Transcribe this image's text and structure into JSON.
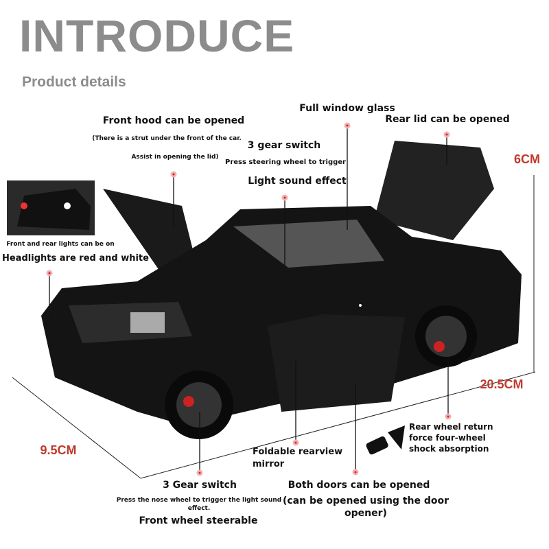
{
  "header": {
    "title": "INTRODUCE",
    "subtitle": "Product details"
  },
  "colors": {
    "title": "#8c8c8c",
    "dimension": "#c0392b",
    "dot": "#d0202a"
  },
  "labels": {
    "window": "Full window glass",
    "hood": "Front hood can be opened",
    "hood_note1": "(There is a strut under the front of the car.",
    "hood_note2": "Assist in opening the lid)",
    "gear_top": "3 gear switch",
    "gear_top_note": "Press steering wheel to trigger",
    "light_sound": "Light sound effect",
    "rear_lid": "Rear lid can be opened",
    "lights_note": "Front and rear lights can be on",
    "headlights": "Headlights are red and white",
    "rear_wheel": [
      "Rear wheel return",
      "force four-wheel",
      "shock absorption"
    ],
    "mirror": [
      "Foldable rearview",
      "mirror"
    ],
    "gear_bottom": "3 Gear switch",
    "gear_bottom_note": [
      "Press the nose wheel to trigger the light sound",
      "effect."
    ],
    "steer": "Front wheel steerable",
    "doors": "Both doors can be opened",
    "doors_note": [
      "(can be opened using the door",
      "opener)"
    ]
  },
  "dimensions": {
    "height": "6CM",
    "length": "20.5CM",
    "width": "9.5CM"
  }
}
